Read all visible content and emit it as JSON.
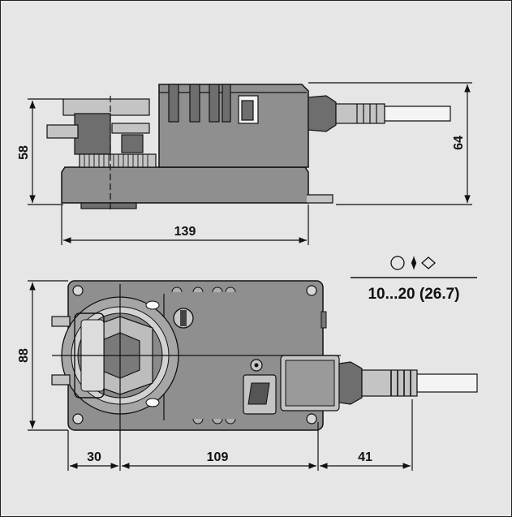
{
  "dimensions": {
    "height_side": "58",
    "height_total": "64",
    "length_side": "139",
    "width_top": "88",
    "offset_left": "30",
    "length_top": "109",
    "cable_offset": "41"
  },
  "spec": {
    "value": "10...20 (26.7)",
    "icon": "round-and-diamond-shaft-icon"
  },
  "colors": {
    "background": "#e6e6e6",
    "body": "#8f8f8f",
    "line": "#111111"
  }
}
